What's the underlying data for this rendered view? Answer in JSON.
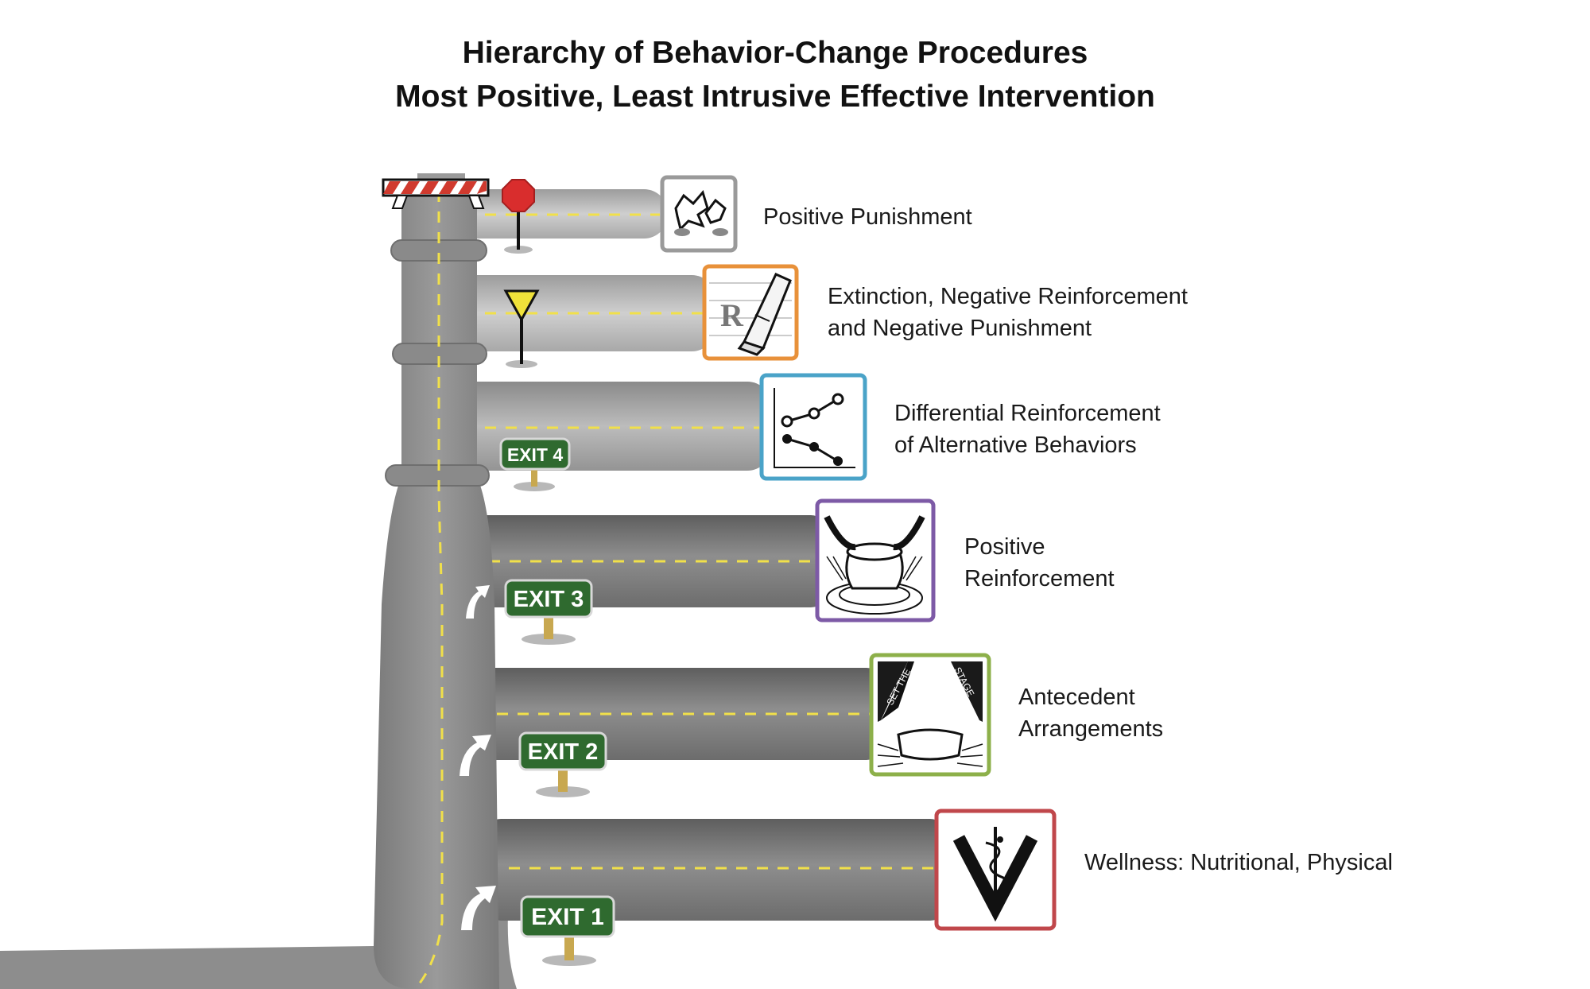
{
  "title_line1": "Hierarchy of Behavior-Change Procedures",
  "title_line2": "Most Positive, Least Intrusive Effective Intervention",
  "levels": [
    {
      "line1": "Positive Punishment",
      "line2": "",
      "icon": "fight-icon",
      "color": "#9a9a9a",
      "sign": "stop-sign"
    },
    {
      "line1": "Extinction, Negative Reinforcement",
      "line2": "and Negative Punishment",
      "icon": "eraser-icon",
      "color": "#e8913a",
      "sign": "yield-sign"
    },
    {
      "line1": "Differential Reinforcement",
      "line2": "of Alternative Behaviors",
      "icon": "graph-icon",
      "color": "#4aa3c8",
      "sign": "EXIT 4"
    },
    {
      "line1": "Positive",
      "line2": "Reinforcement",
      "icon": "pottery-icon",
      "color": "#7d5aa6",
      "sign": "EXIT 3"
    },
    {
      "line1": "Antecedent",
      "line2": "Arrangements",
      "icon": "stage-icon",
      "color": "#8db04a",
      "sign": "EXIT 2"
    },
    {
      "line1": "Wellness: Nutritional, Physical",
      "line2": "",
      "icon": "caduceus-icon",
      "color": "#c0474b",
      "sign": "EXIT 1"
    }
  ],
  "stage_curtain_text_left": "SET THE",
  "stage_curtain_text_right": "STAGE",
  "colors": {
    "road": "#8d8d8d",
    "lane": "#f1e04a",
    "sign_green": "#2f6a2f"
  }
}
